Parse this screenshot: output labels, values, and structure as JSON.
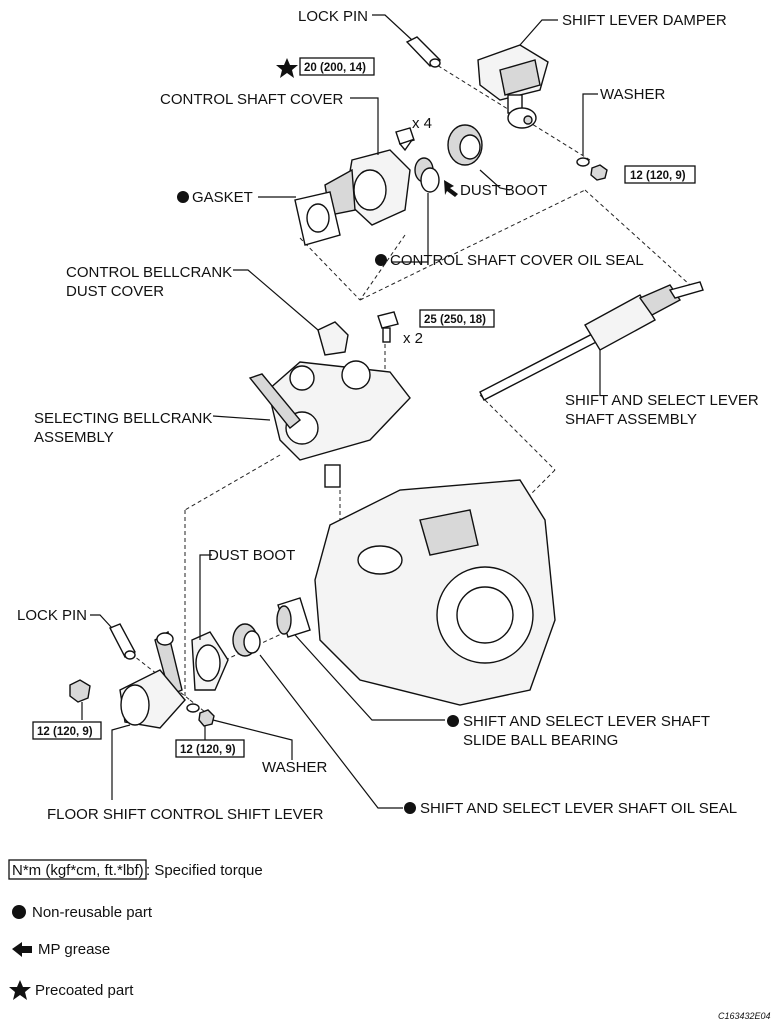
{
  "labels": {
    "lock_pin_top": "LOCK PIN",
    "shift_lever_damper": "SHIFT LEVER DAMPER",
    "control_shaft_cover": "CONTROL SHAFT COVER",
    "washer_top": "WASHER",
    "x4": "x 4",
    "gasket": "GASKET",
    "dust_boot_top": "DUST BOOT",
    "control_shaft_cover_oil_seal": "CONTROL SHAFT COVER OIL SEAL",
    "control_bellcrank_line1": "CONTROL BELLCRANK",
    "control_bellcrank_line2": "DUST COVER",
    "x2": "x 2",
    "selecting_bellcrank_line1": "SELECTING BELLCRANK",
    "selecting_bellcrank_line2": "ASSEMBLY",
    "shift_select_shaft_line1": "SHIFT AND SELECT LEVER",
    "shift_select_shaft_line2": "SHAFT ASSEMBLY",
    "dust_boot_bottom": "DUST BOOT",
    "lock_pin_bottom": "LOCK PIN",
    "slide_ball_bearing_line1": "SHIFT AND SELECT LEVER SHAFT",
    "slide_ball_bearing_line2": "SLIDE BALL BEARING",
    "washer_bottom": "WASHER",
    "floor_shift_lever": "FLOOR SHIFT CONTROL SHIFT LEVER",
    "oil_seal_bottom": "SHIFT AND SELECT LEVER SHAFT OIL SEAL"
  },
  "torques": {
    "t_cover_bolts": "20 (200, 14)",
    "t_damper_nut": "12 (120, 9)",
    "t_bellcrank_bolts": "25 (250, 18)",
    "t_lever_left": "12 (120, 9)",
    "t_lever_mid": "12 (120, 9)"
  },
  "legend": {
    "torque_box": "N*m (kgf*cm, ft.*lbf)",
    "torque_desc": ": Specified torque",
    "non_reusable": "Non-reusable part",
    "mp_grease": "MP grease",
    "precoated": "Precoated part"
  },
  "figure_code": "C163432E04"
}
